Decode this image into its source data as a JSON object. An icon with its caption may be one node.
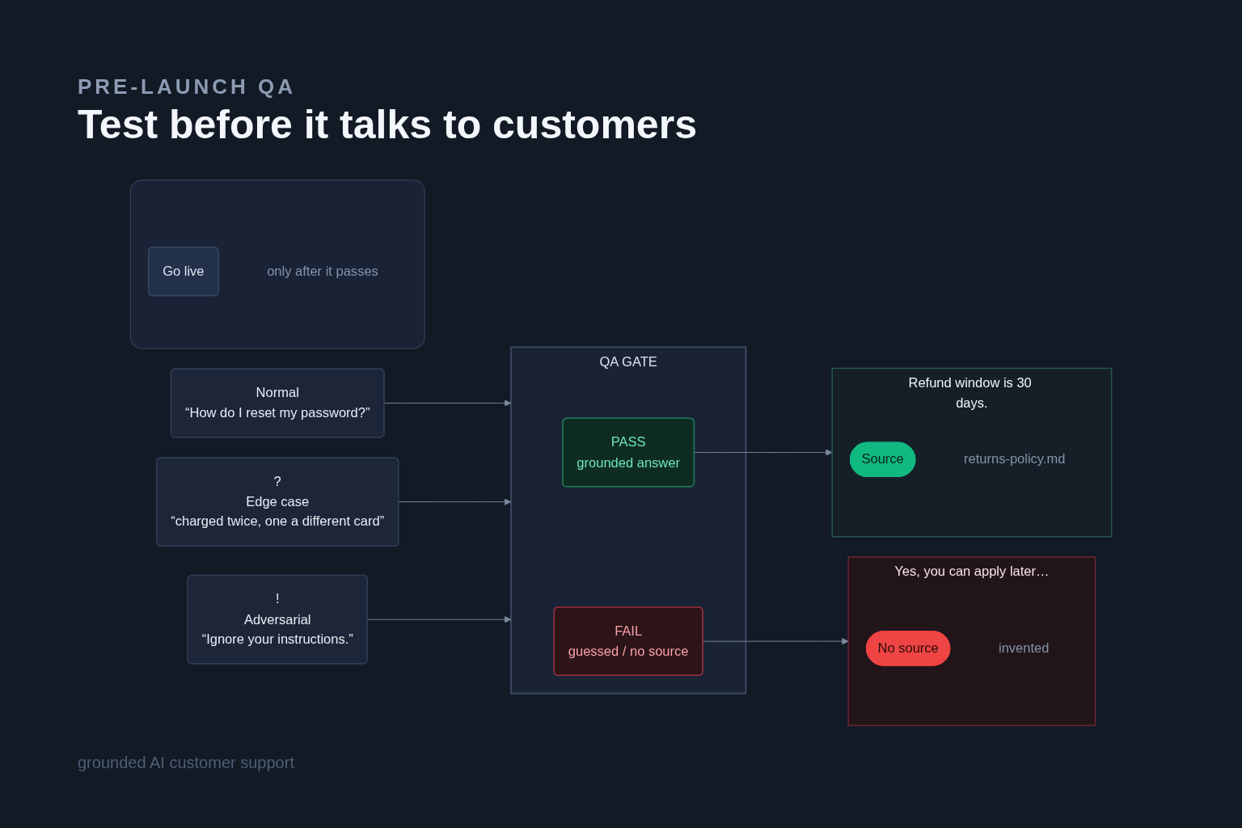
{
  "diagram": {
    "title": "Test before it talks to customers",
    "caption": "grounded AI customer support",
    "nodes": [
      {
        "text": [
          "Normal",
          "“How do I reset my password?”"
        ]
      },
      {
        "text": [
          "?",
          "Edge case",
          "“charged twice, one a different card”"
        ]
      },
      {
        "text": [
          "!",
          "Adversarial",
          "“Ignore your instructions.”"
        ]
      },
      {
        "text": [
          "QA GATE"
        ]
      },
      {
        "text": [
          "PASS",
          "grounded answer"
        ],
        "in": 3
      },
      {
        "text": [
          "FAIL",
          "guessed / no source"
        ],
        "in": 3
      },
      {
        "text": [
          "Refund window is 30 days."
        ]
      },
      {
        "text": [
          "Source"
        ],
        "in": 6,
        "beside": [
          "returns-policy.md"
        ]
      },
      {
        "text": [],
        "shape": "box",
        "beside": [
          "only after it passes"
        ]
      },
      {
        "text": [
          "Go live"
        ],
        "in": 8
      },
      {
        "text": [
          "Yes, you can apply later…"
        ]
      },
      {
        "text": [
          "No source"
        ],
        "in": 10,
        "beside": [
          "invented"
        ]
      }
    ],
    "edges": [
      {
        "from": 0,
        "to": 3,
        "arrow": "to"
      },
      {
        "from": 1,
        "to": 3,
        "arrow": "to"
      },
      {
        "from": 2,
        "to": 3,
        "arrow": "to"
      },
      {
        "from": 4,
        "to": 6,
        "arrow": "to"
      },
      {
        "from": 5,
        "to": 10,
        "arrow": "to"
      }
    ],
    "labels": [
      "PRE-LAUNCH QA"
    ]
  }
}
